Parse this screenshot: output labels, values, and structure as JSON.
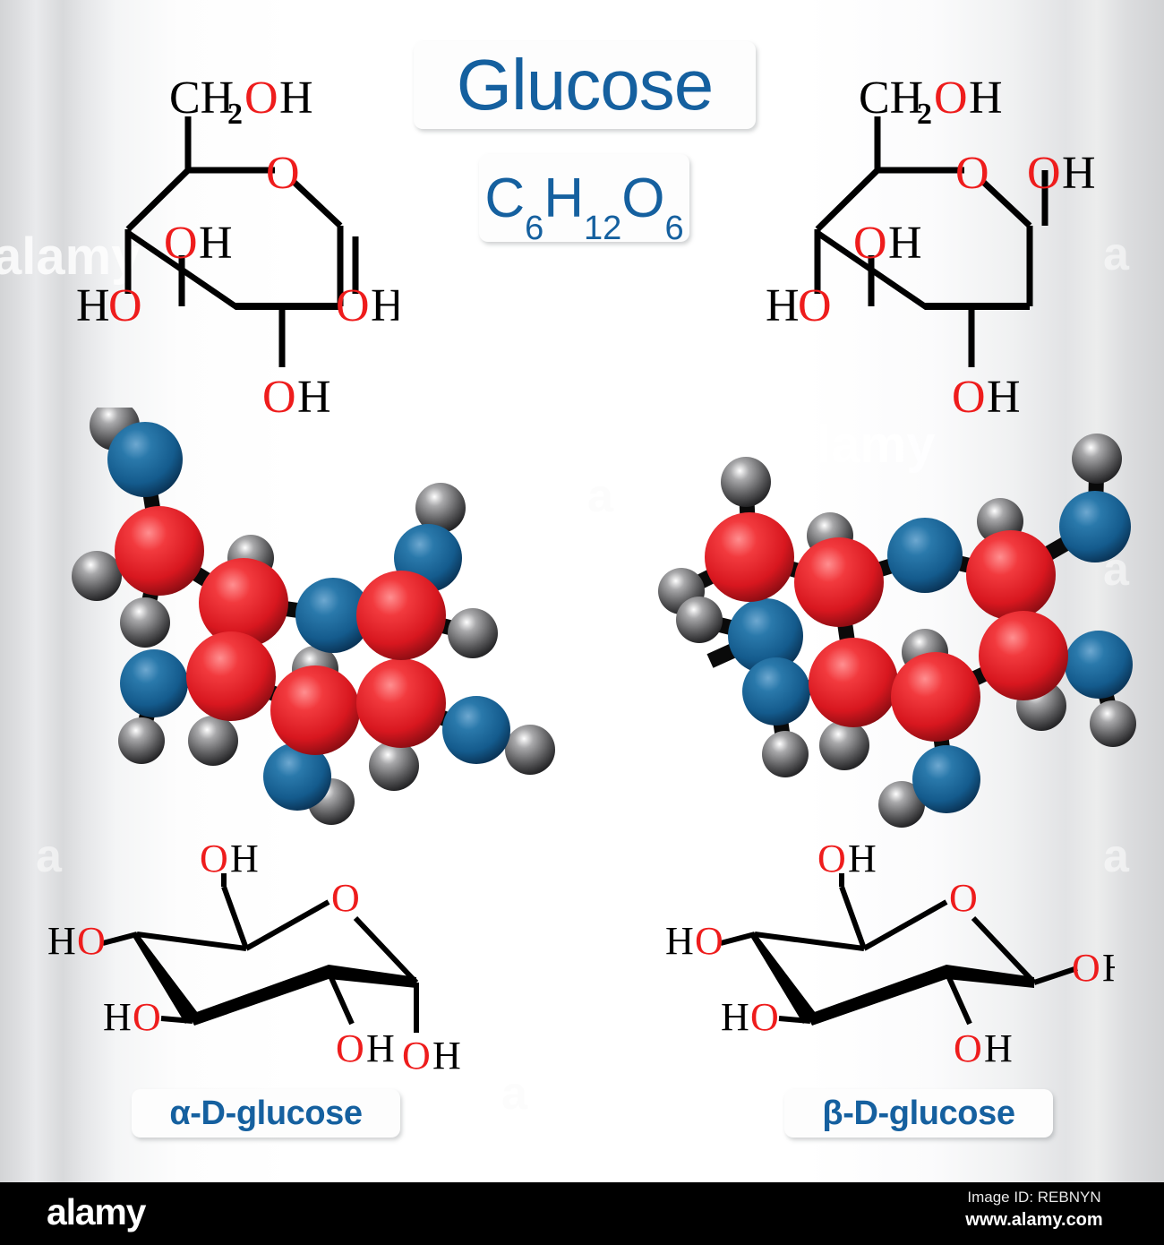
{
  "title": {
    "name": "Glucose"
  },
  "formula": {
    "parts": [
      {
        "t": "C",
        "sub": false
      },
      {
        "t": "6",
        "sub": true
      },
      {
        "t": "H",
        "sub": false
      },
      {
        "t": "12",
        "sub": true
      },
      {
        "t": "O",
        "sub": false
      },
      {
        "t": "6",
        "sub": true
      }
    ],
    "plain": "C6H12O6"
  },
  "isomers": {
    "alpha_label": "α-D-glucose",
    "beta_label": "β-D-glucose"
  },
  "colors": {
    "brand_blue": "#15609f",
    "oxygen_red_text": "#ee1c1c",
    "bond_black": "#000000",
    "carbon_sphere": "#e2202a",
    "oxygen_sphere": "#1a6496",
    "hydrogen_sphere": "#5a5a5c",
    "background_white": "#ffffff",
    "footer_black": "#000000"
  },
  "haworth_alpha": {
    "name": "alpha-D-glucose Haworth projection",
    "ring_oxygen": "O",
    "substituents": [
      {
        "position": "C6",
        "text_o": "O",
        "text_h": "H",
        "full": "CH2OH"
      },
      {
        "position": "C4",
        "full": "HO"
      },
      {
        "position": "C3",
        "full": "OH"
      },
      {
        "position": "C2",
        "full": "OH"
      },
      {
        "position": "C1-anomeric",
        "full": "OH",
        "orientation": "down-axial"
      }
    ],
    "labels": {
      "ch2oh_c": "CH",
      "ch2oh_sub": "2",
      "ch2oh_o": "O",
      "ch2oh_h": "H",
      "ring_o": "O",
      "ho_h": "H",
      "ho_o": "O",
      "oh_o": "O",
      "oh_h": "H"
    }
  },
  "haworth_beta": {
    "name": "beta-D-glucose Haworth projection",
    "anomeric_orientation": "up-equatorial"
  },
  "model_alpha": {
    "name": "alpha-D-glucose ball-and-stick model",
    "atom_counts": {
      "carbon": 6,
      "oxygen": 6,
      "hydrogen": 12
    }
  },
  "model_beta": {
    "name": "beta-D-glucose ball-and-stick model",
    "atom_counts": {
      "carbon": 6,
      "oxygen": 6,
      "hydrogen": 12
    }
  },
  "chair_alpha": {
    "name": "alpha-D-glucose chair conformation",
    "anomeric_oh": "axial"
  },
  "chair_beta": {
    "name": "beta-D-glucose chair conformation",
    "anomeric_oh": "equatorial"
  },
  "footer": {
    "logo": "alamy",
    "image_id": "Image ID: REBNYN",
    "url": "www.alamy.com"
  },
  "watermarks": {
    "word": "alamy",
    "letter": "a"
  }
}
